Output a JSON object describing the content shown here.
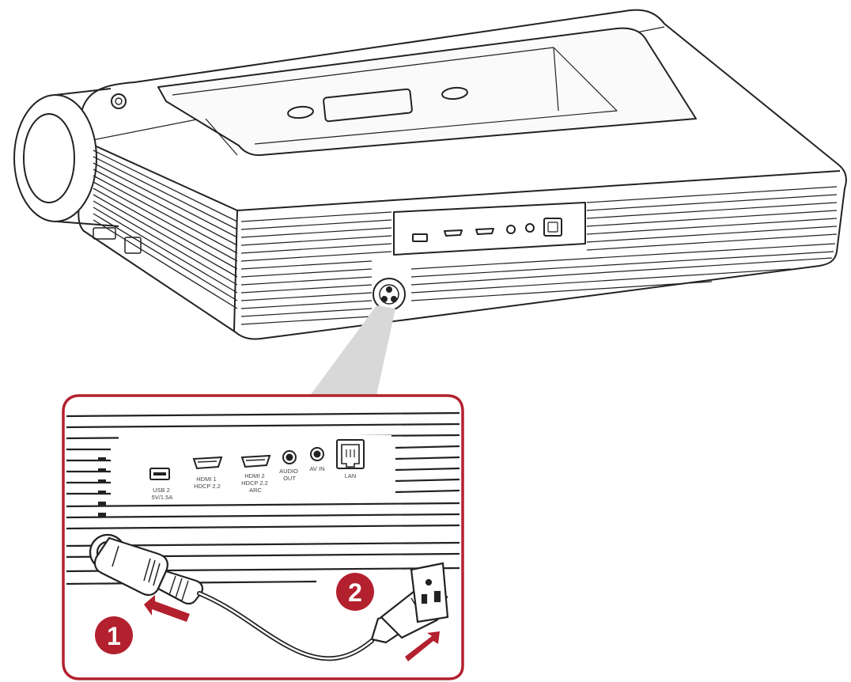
{
  "colors": {
    "outline": "#222222",
    "accent": "#b3202e",
    "callout_beam": "#d8d8d8",
    "background": "#ffffff"
  },
  "steps": [
    {
      "number": "1",
      "meaning": "insert power cord into projector"
    },
    {
      "number": "2",
      "meaning": "plug cord into wall outlet"
    }
  ],
  "ports": [
    {
      "id": "usb",
      "lines": [
        "USB 2",
        "5V/1.5A"
      ]
    },
    {
      "id": "hdmi1",
      "lines": [
        "HDMI 1",
        "HDCP 2.2"
      ]
    },
    {
      "id": "hdmi2",
      "lines": [
        "HDMI 2",
        "HDCP 2.2",
        "ARC"
      ]
    },
    {
      "id": "audio",
      "lines": [
        "AUDIO",
        "OUT"
      ]
    },
    {
      "id": "avin",
      "lines": [
        "AV IN"
      ]
    },
    {
      "id": "lan",
      "lines": [
        "LAN"
      ]
    }
  ],
  "icons": [
    "power-button-icon",
    "power-inlet-icon",
    "wall-outlet-icon",
    "arrow-icon"
  ]
}
